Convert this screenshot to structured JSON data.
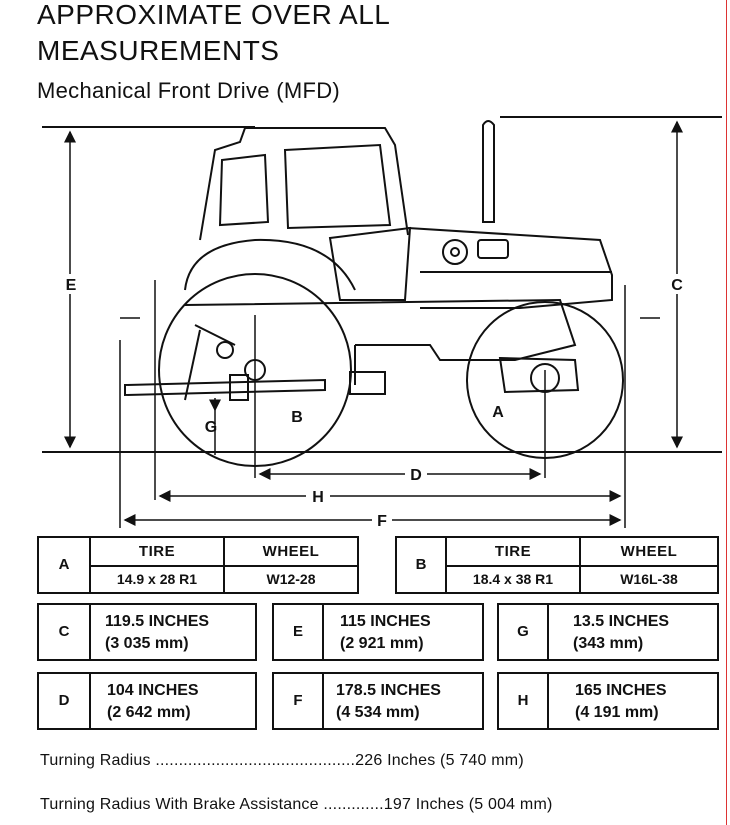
{
  "title_line1": "APPROXIMATE OVER ALL",
  "title_line2": "MEASUREMENTS",
  "subtitle": "Mechanical Front Drive (MFD)",
  "dimension_labels": {
    "A": "A",
    "B": "B",
    "C": "C",
    "D": "D",
    "E": "E",
    "F": "F",
    "G": "G",
    "H": "H"
  },
  "tire_tables": [
    {
      "letter": "A",
      "tire_header": "TIRE",
      "wheel_header": "WHEEL",
      "tire": "14.9 x 28 R1",
      "wheel": "W12-28"
    },
    {
      "letter": "B",
      "tire_header": "TIRE",
      "wheel_header": "WHEEL",
      "tire": "18.4 x 38 R1",
      "wheel": "W16L-38"
    }
  ],
  "measurements": [
    {
      "letter": "C",
      "inches": "119.5 INCHES",
      "mm": "(3 035 mm)"
    },
    {
      "letter": "E",
      "inches": "115 INCHES",
      "mm": "(2 921 mm)"
    },
    {
      "letter": "G",
      "inches": "13.5 INCHES",
      "mm": "(343 mm)"
    },
    {
      "letter": "D",
      "inches": "104 INCHES",
      "mm": "(2 642 mm)"
    },
    {
      "letter": "F",
      "inches": "178.5 INCHES",
      "mm": "(4 534 mm)"
    },
    {
      "letter": "H",
      "inches": "165 INCHES",
      "mm": "(4 191 mm)"
    }
  ],
  "turning": [
    {
      "label": "Turning Radius",
      "dots": " ...........................................",
      "value": "226 Inches (5 740 mm)"
    },
    {
      "label": "Turning Radius With Brake Assistance",
      "dots": " .............",
      "value": "197 Inches (5 004 mm)"
    }
  ]
}
